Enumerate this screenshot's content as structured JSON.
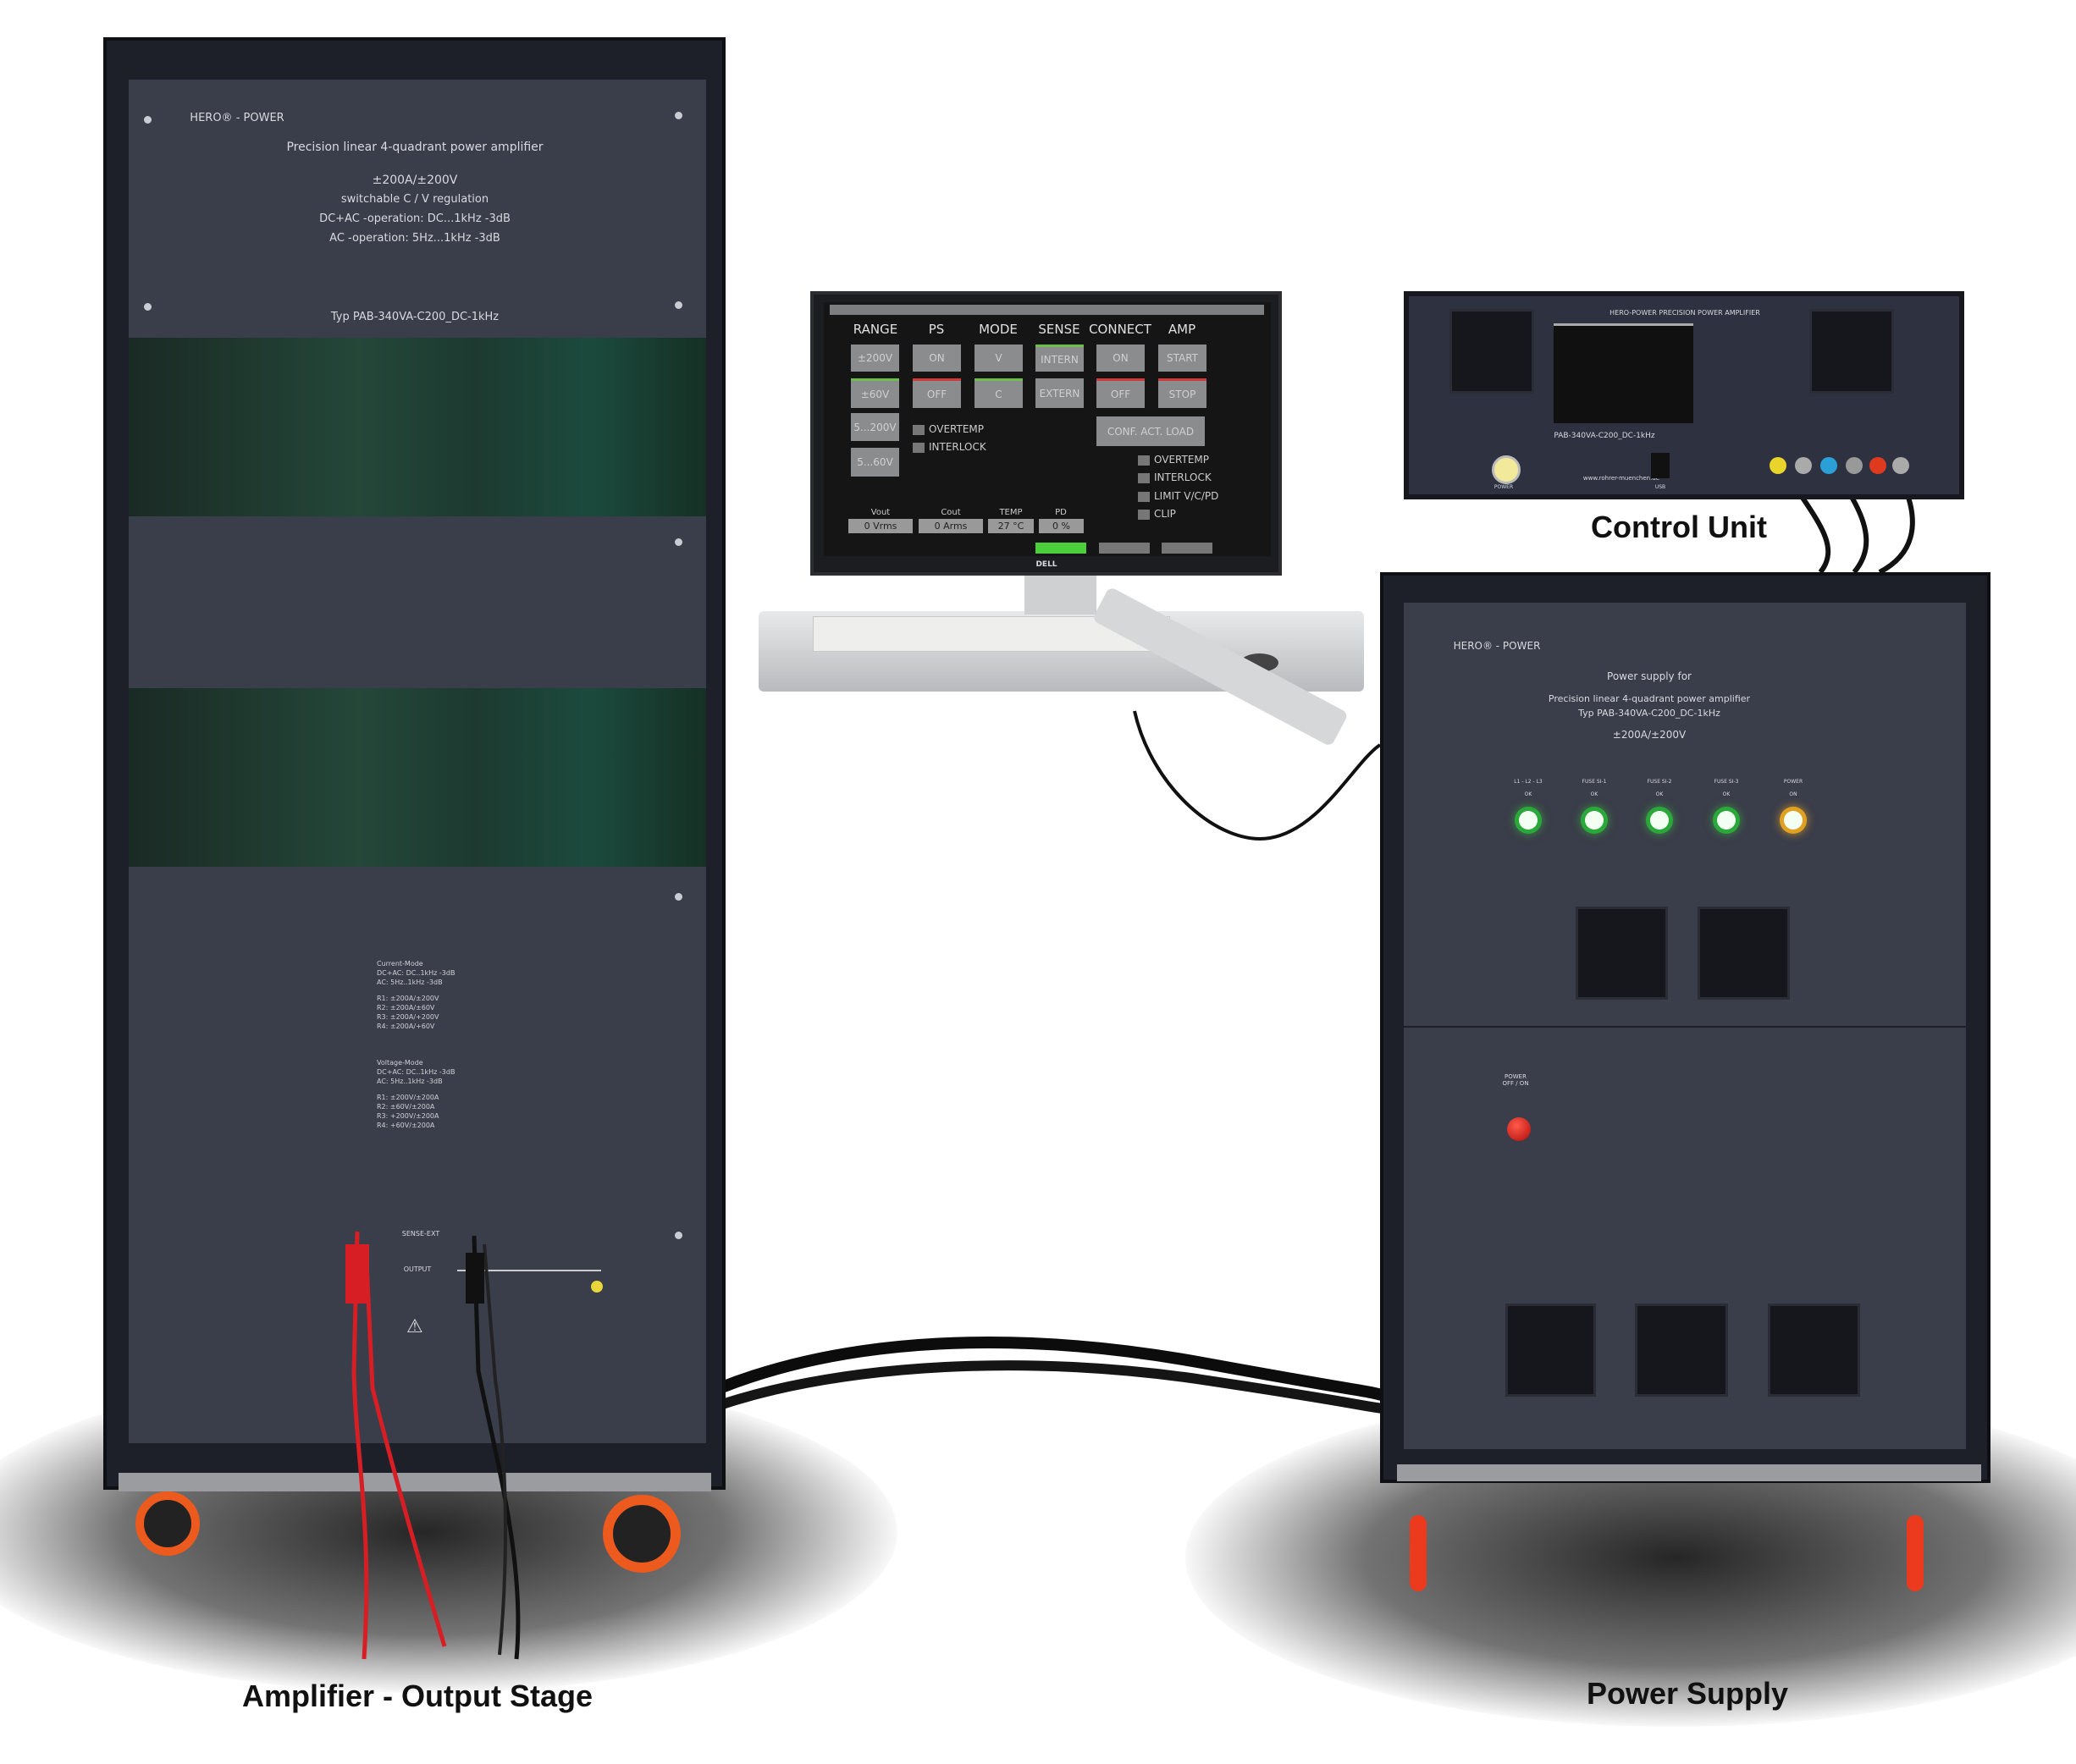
{
  "captions": {
    "amplifier": "Amplifier - Output Stage",
    "control_unit": "Control Unit",
    "power_supply": "Power Supply"
  },
  "amplifier": {
    "brand": "HERO® - POWER",
    "title": "Precision linear 4-quadrant power amplifier",
    "rating": "±200A/±200V",
    "regulation": "switchable C / V regulation",
    "dc_ac": "DC+AC -operation: DC...1kHz -3dB",
    "ac": "AC -operation: 5Hz...1kHz -3dB",
    "type": "Typ PAB-340VA-C200_DC-1kHz",
    "current_mode": [
      "Current-Mode",
      "DC+AC: DC..1kHz -3dB",
      "AC: 5Hz..1kHz -3dB",
      "R1: ±200A/±200V",
      "R2: ±200A/±60V",
      "R3: ±200A/+200V",
      "R4: ±200A/+60V"
    ],
    "voltage_mode": [
      "Voltage-Mode",
      "DC+AC: DC..1kHz -3dB",
      "AC: 5Hz..1kHz -3dB",
      "R1: ±200V/±200A",
      "R2: ±60V/±200A",
      "R3: +200V/±200A",
      "R4: +60V/±200A"
    ],
    "sense_ext": "SENSE-EXT",
    "output": "OUTPUT"
  },
  "screen": {
    "headers": [
      "RANGE",
      "PS",
      "MODE",
      "SENSE",
      "CONNECT",
      "AMP"
    ],
    "range_buttons": [
      "±200V",
      "±60V",
      "5...200V",
      "5...60V"
    ],
    "ps_buttons": [
      "ON",
      "OFF"
    ],
    "mode_buttons": [
      "V",
      "C"
    ],
    "sense_buttons": [
      "INTERN",
      "EXTERN"
    ],
    "connect_buttons": [
      "ON",
      "OFF"
    ],
    "amp_buttons": [
      "START",
      "STOP"
    ],
    "conf_act_load": "CONF. ACT. LOAD",
    "left_indicators": [
      "OVERTEMP",
      "INTERLOCK"
    ],
    "right_indicators": [
      "OVERTEMP",
      "INTERLOCK",
      "LIMIT V/C/PD",
      "CLIP"
    ],
    "readouts": [
      {
        "label": "Vout",
        "value": "0",
        "unit": "Vrms"
      },
      {
        "label": "Cout",
        "value": "0",
        "unit": "Arms"
      },
      {
        "label": "TEMP",
        "value": "27",
        "unit": "°C"
      },
      {
        "label": "PD",
        "value": "0",
        "unit": "%"
      }
    ],
    "monitor_brand": "DELL",
    "accent_green": "#6cc04a",
    "accent_red": "#d23a3a"
  },
  "control_unit": {
    "header": "HERO-POWER PRECISION POWER AMPLIFIER",
    "type": "PAB-340VA-C200_DC-1kHz",
    "power_label": "POWER",
    "usb_label": "USB",
    "website": "www.rohrer-muenchen.de"
  },
  "power_supply": {
    "brand": "HERO® - POWER",
    "line1": "Power supply for",
    "line2": "Precision linear 4-quadrant power amplifier",
    "line3": "Typ PAB-340VA-C200_DC-1kHz",
    "rating": "±200A/±200V",
    "leds": [
      {
        "name": "L1 - L2 - L3",
        "state": "OK",
        "color": "#2aa83a"
      },
      {
        "name": "FUSE SI-1",
        "state": "OK",
        "color": "#2aa83a"
      },
      {
        "name": "FUSE SI-2",
        "state": "OK",
        "color": "#2aa83a"
      },
      {
        "name": "FUSE SI-3",
        "state": "OK",
        "color": "#2aa83a"
      },
      {
        "name": "POWER",
        "state": "ON",
        "color": "#e0a020"
      }
    ],
    "switch_label": "POWER OFF / ON"
  }
}
